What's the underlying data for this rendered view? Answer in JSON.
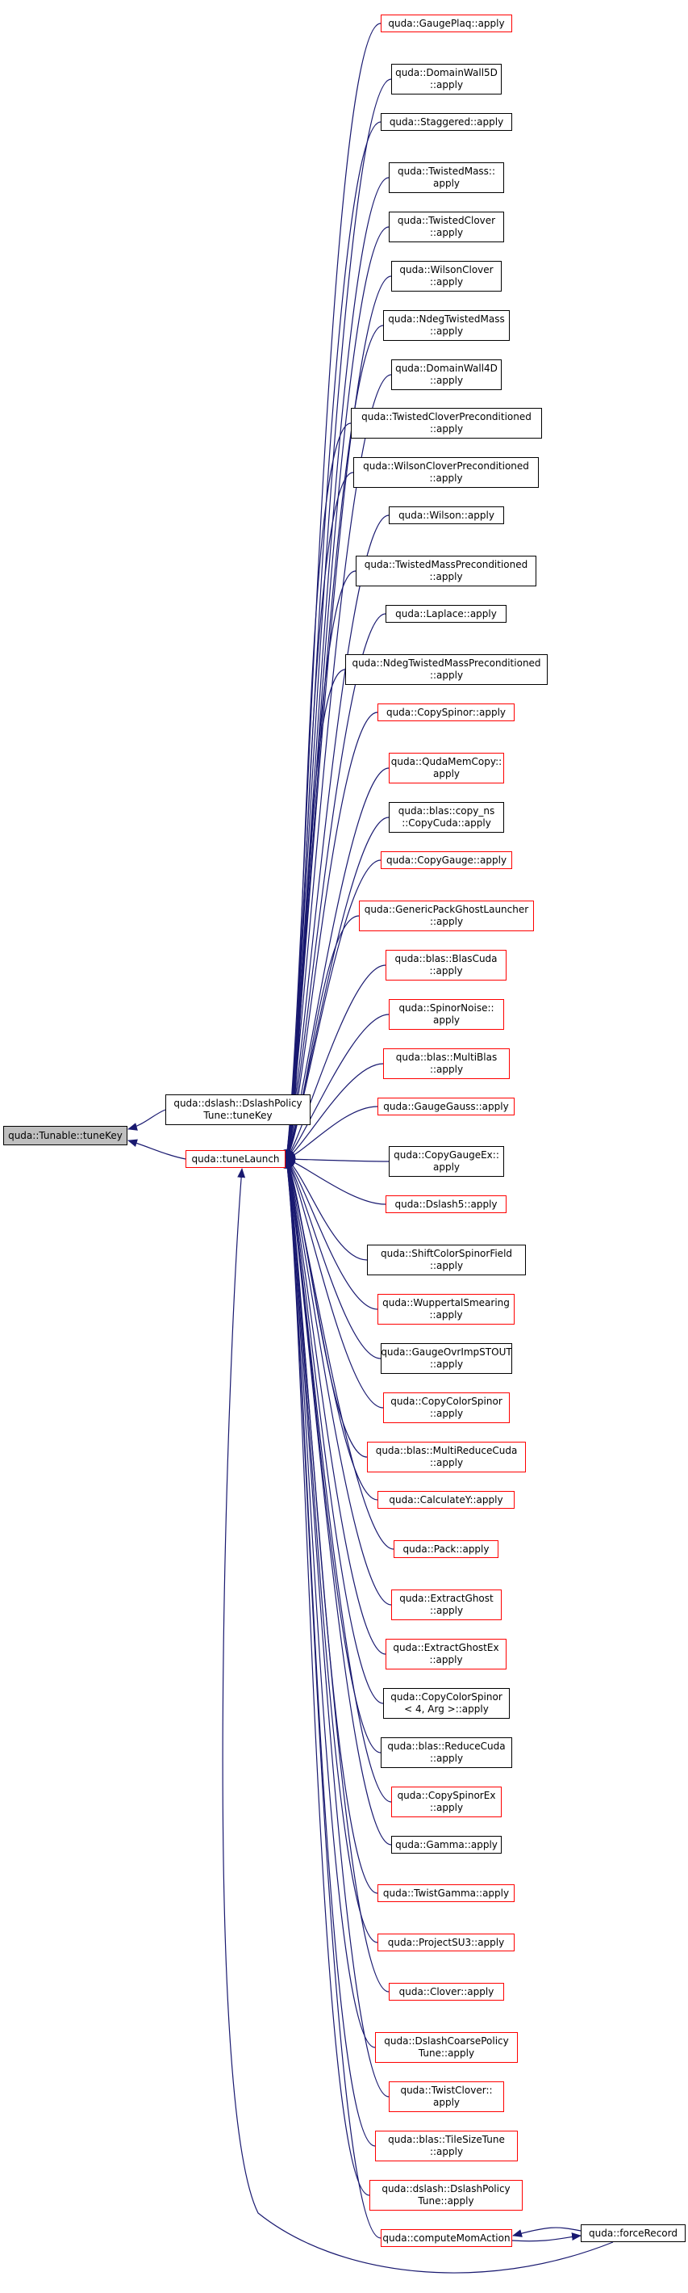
{
  "colors": {
    "edge": "#191970",
    "red_border": "#ff0000",
    "black_border": "#000000",
    "root_fill": "#bfbfbf"
  },
  "root": {
    "line1": "quda::Tunable::tuneKey",
    "line2": ""
  },
  "middle": [
    {
      "id": "dslash",
      "line1": "quda::dslash::DslashPolicy",
      "line2": "Tune::tuneKey",
      "red": false
    },
    {
      "id": "tl",
      "line1": "quda::tuneLaunch",
      "line2": "",
      "red": true
    }
  ],
  "callers": [
    {
      "line1": "quda::GaugePlaq::apply",
      "line2": "",
      "red": true
    },
    {
      "line1": "quda::DomainWall5D",
      "line2": "::apply",
      "red": false
    },
    {
      "line1": "quda::Staggered::apply",
      "line2": "",
      "red": false
    },
    {
      "line1": "quda::TwistedMass::",
      "line2": "apply",
      "red": false
    },
    {
      "line1": "quda::TwistedClover",
      "line2": "::apply",
      "red": false
    },
    {
      "line1": "quda::WilsonClover",
      "line2": "::apply",
      "red": false
    },
    {
      "line1": "quda::NdegTwistedMass",
      "line2": "::apply",
      "red": false
    },
    {
      "line1": "quda::DomainWall4D",
      "line2": "::apply",
      "red": false
    },
    {
      "line1": "quda::TwistedCloverPreconditioned",
      "line2": "::apply",
      "red": false
    },
    {
      "line1": "quda::WilsonCloverPreconditioned",
      "line2": "::apply",
      "red": false
    },
    {
      "line1": "quda::Wilson::apply",
      "line2": "",
      "red": false
    },
    {
      "line1": "quda::TwistedMassPreconditioned",
      "line2": "::apply",
      "red": false
    },
    {
      "line1": "quda::Laplace::apply",
      "line2": "",
      "red": false
    },
    {
      "line1": "quda::NdegTwistedMassPreconditioned",
      "line2": "::apply",
      "red": false
    },
    {
      "line1": "quda::CopySpinor::apply",
      "line2": "",
      "red": true
    },
    {
      "line1": "quda::QudaMemCopy::",
      "line2": "apply",
      "red": true
    },
    {
      "line1": "quda::blas::copy_ns",
      "line2": "::CopyCuda::apply",
      "red": false
    },
    {
      "line1": "quda::CopyGauge::apply",
      "line2": "",
      "red": true
    },
    {
      "line1": "quda::GenericPackGhostLauncher",
      "line2": "::apply",
      "red": true
    },
    {
      "line1": "quda::blas::BlasCuda",
      "line2": "::apply",
      "red": true
    },
    {
      "line1": "quda::SpinorNoise::",
      "line2": "apply",
      "red": true
    },
    {
      "line1": "quda::blas::MultiBlas",
      "line2": "::apply",
      "red": true
    },
    {
      "line1": "quda::GaugeGauss::apply",
      "line2": "",
      "red": true
    },
    {
      "line1": "quda::CopyGaugeEx::",
      "line2": "apply",
      "red": false
    },
    {
      "line1": "quda::Dslash5::apply",
      "line2": "",
      "red": true
    },
    {
      "line1": "quda::ShiftColorSpinorField",
      "line2": "::apply",
      "red": false
    },
    {
      "line1": "quda::WuppertalSmearing",
      "line2": "::apply",
      "red": true
    },
    {
      "line1": "quda::GaugeOvrImpSTOUT",
      "line2": "::apply",
      "red": false
    },
    {
      "line1": "quda::CopyColorSpinor",
      "line2": "::apply",
      "red": true
    },
    {
      "line1": "quda::blas::MultiReduceCuda",
      "line2": "::apply",
      "red": true
    },
    {
      "line1": "quda::CalculateY::apply",
      "line2": "",
      "red": true
    },
    {
      "line1": "quda::Pack::apply",
      "line2": "",
      "red": true
    },
    {
      "line1": "quda::ExtractGhost",
      "line2": "::apply",
      "red": true
    },
    {
      "line1": "quda::ExtractGhostEx",
      "line2": "::apply",
      "red": true
    },
    {
      "line1": "quda::CopyColorSpinor",
      "line2": "< 4, Arg >::apply",
      "red": false
    },
    {
      "line1": "quda::blas::ReduceCuda",
      "line2": "::apply",
      "red": false
    },
    {
      "line1": "quda::CopySpinorEx",
      "line2": "::apply",
      "red": true
    },
    {
      "line1": "quda::Gamma::apply",
      "line2": "",
      "red": false
    },
    {
      "line1": "quda::TwistGamma::apply",
      "line2": "",
      "red": true
    },
    {
      "line1": "quda::ProjectSU3::apply",
      "line2": "",
      "red": true
    },
    {
      "line1": "quda::Clover::apply",
      "line2": "",
      "red": true
    },
    {
      "line1": "quda::DslashCoarsePolicy",
      "line2": "Tune::apply",
      "red": true
    },
    {
      "line1": "quda::TwistClover::",
      "line2": "apply",
      "red": true
    },
    {
      "line1": "quda::blas::TileSizeTune",
      "line2": "::apply",
      "red": true
    },
    {
      "line1": "quda::dslash::DslashPolicy",
      "line2": "Tune::apply",
      "red": true
    },
    {
      "line1": "quda::computeMomAction",
      "line2": "",
      "red": true
    }
  ],
  "force": {
    "line1": "quda::forceRecord",
    "line2": "",
    "red": false
  }
}
